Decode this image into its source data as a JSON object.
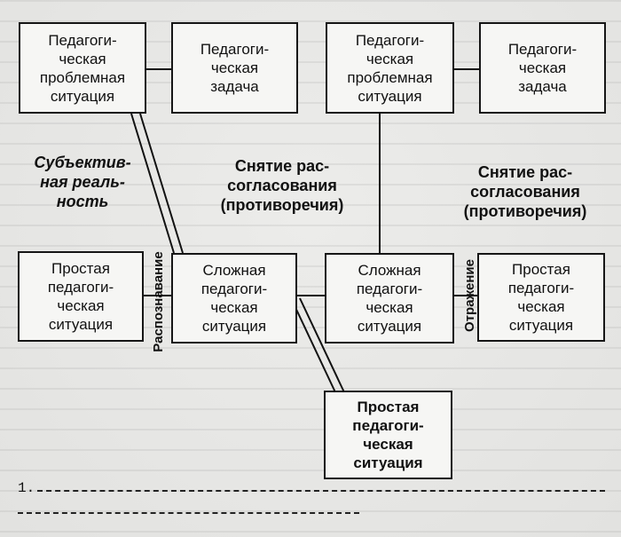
{
  "boxes": {
    "b1": "Педагоги-\nческая\nпроблемная\nситуация",
    "b2": "Педагоги-\nческая\nзадача",
    "b3": "Педагоги-\nческая\nпроблемная\nситуация",
    "b4": "Педагоги-\nческая\nзадача",
    "b5": "Простая\nпедагоги-\nческая\nситуация",
    "b6": "Сложная\nпедагоги-\nческая\nситуация",
    "b7": "Сложная\nпедагоги-\nческая\nситуация",
    "b8": "Простая\nпедагоги-\nческая\nситуация",
    "b9": "Простая\nпедагоги-\nческая\nситуация"
  },
  "labels": {
    "subjective": "Субъектив-\nная реаль-\nность",
    "removal1": "Снятие рас-\nсогласования\n(противоречия)",
    "removal2": "Снятие рас-\nсогласования\n(противоречия)",
    "recognition": "Распознавание",
    "reflection": "Отражение"
  },
  "footnote": {
    "number": "1."
  }
}
